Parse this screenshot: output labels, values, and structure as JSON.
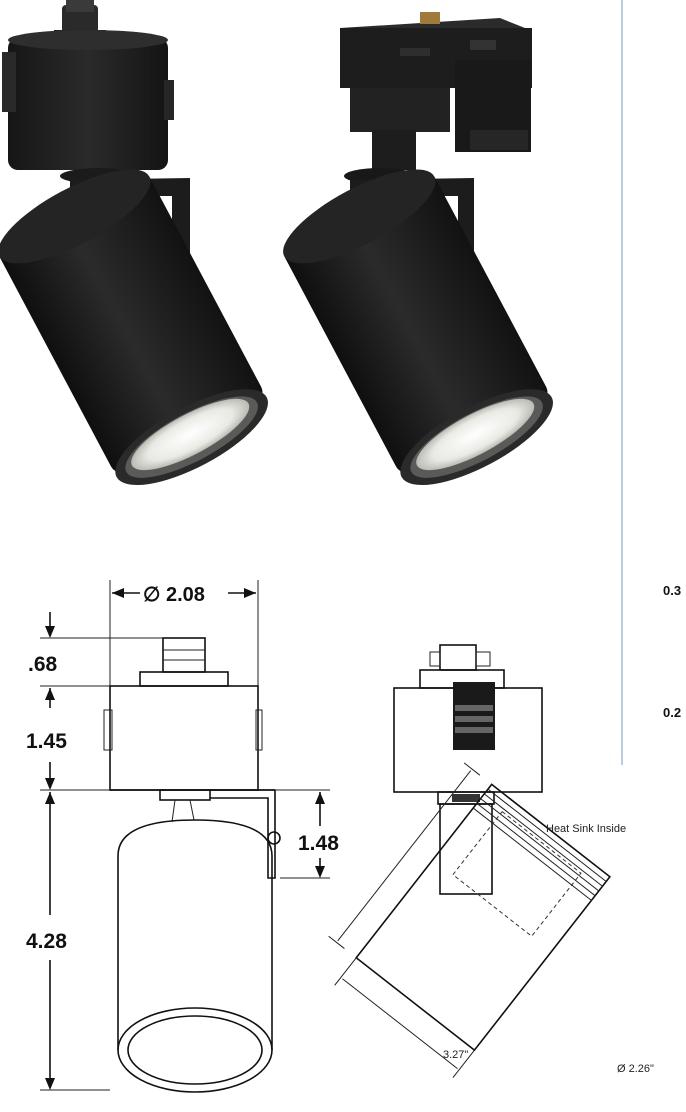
{
  "dimensions_front": {
    "diameter": "∅ 2.08",
    "adapter_height": ".68",
    "body_height": "1.45",
    "bracket_height": "1.48",
    "can_height": "4.28"
  },
  "dimensions_side": {
    "heat_sink_label": "Heat Sink Inside",
    "length": "3.27\"",
    "diameter": "Ø 2.26\""
  },
  "side_edge": {
    "value_1": "0.3",
    "value_2": "0.2"
  },
  "colors": {
    "fixture": "#1e1e1e",
    "edge_rule": "#b7cde0",
    "drawing": "#111111"
  }
}
